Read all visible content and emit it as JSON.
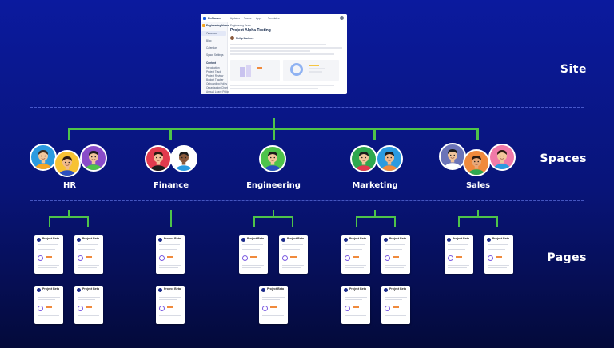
{
  "sections": {
    "site": "Site",
    "spaces": "Spaces",
    "pages": "Pages"
  },
  "site_mockup": {
    "app_name": "EinFlamme",
    "nav_items": [
      "Updates",
      "Teams",
      "Apps",
      "Templates"
    ],
    "sidebar_title": "Engineering Home",
    "sidebar_items": [
      "Overview",
      "Blog",
      "Calendar",
      "Space Settings"
    ],
    "sidebar_section": "Content",
    "content_items": [
      "Introduction",
      "Project Track",
      "Project Review",
      "Budget Tracker",
      "Onboarding Policy",
      "Organization Chart",
      "Annual Leave Policy"
    ],
    "breadcrumb": "Engineering Team",
    "page_title": "Project Alpha Testing",
    "author": "Philip Martinez"
  },
  "spaces": [
    {
      "name": "HR"
    },
    {
      "name": "Finance"
    },
    {
      "name": "Engineering"
    },
    {
      "name": "Marketing"
    },
    {
      "name": "Sales"
    }
  ],
  "page_card": {
    "title": "Project Beta"
  },
  "colors": {
    "background_top": "#0b1a9e",
    "background_bottom": "#040a3a",
    "connector": "#4ec34a",
    "divider": "#7a8cff"
  }
}
